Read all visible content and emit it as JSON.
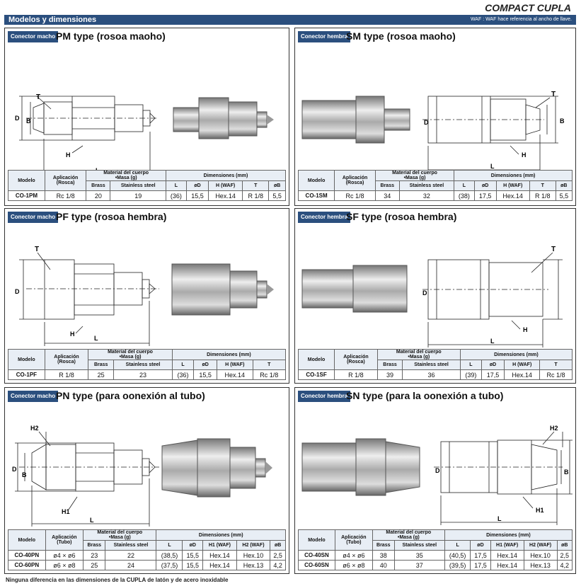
{
  "page": {
    "brand_title": "COMPACT CUPLA",
    "section_title": "Modelos y dimensiones",
    "waf_note": "WAF : WAF hace referencia al ancho de llave.",
    "footnote": "Ninguna diferencia en las dimensiones de la CUPLA de latón y de acero inoxidable"
  },
  "labels": {
    "male": "Conector macho",
    "female": "Conector hembra",
    "modelo": "Modelo",
    "aplicacion": "Aplicación",
    "rosca": "(Rosca)",
    "tubo": "(Tubo)",
    "material_1": "Material del cuerpo",
    "material_2": "•Masa (g)",
    "brass": "Brass",
    "stainless": "Stainless steel",
    "dimensiones": "Dimensiones (mm)",
    "waf": "(WAF)"
  },
  "dims": {
    "T": "T",
    "D": "D",
    "B": "B",
    "H": "H",
    "L": "L",
    "H1": "H1",
    "H2": "H2"
  },
  "pm": {
    "title": "PM type (rosoa maoho)",
    "cols": [
      "L",
      "øD",
      "H",
      "T",
      "øB"
    ],
    "rows": [
      {
        "model": "CO-1PM",
        "app": "Rc 1/8",
        "brass": "20",
        "ss": "19",
        "L": "(36)",
        "D": "15,5",
        "H": "Hex.14",
        "T": "R 1/8",
        "B": "5,5"
      }
    ]
  },
  "sm": {
    "title": "SM type (rosoa maoho)",
    "cols": [
      "L",
      "øD",
      "H",
      "T",
      "øB"
    ],
    "rows": [
      {
        "model": "CO-1SM",
        "app": "Rc 1/8",
        "brass": "34",
        "ss": "32",
        "L": "(38)",
        "D": "17,5",
        "H": "Hex.14",
        "T": "R 1/8",
        "B": "5,5"
      }
    ]
  },
  "pf": {
    "title": "PF type (rosoa hembra)",
    "cols": [
      "L",
      "øD",
      "H",
      "T"
    ],
    "rows": [
      {
        "model": "CO-1PF",
        "app": "R 1/8",
        "brass": "25",
        "ss": "23",
        "L": "(36)",
        "D": "15,5",
        "H": "Hex.14",
        "T": "Rc 1/8"
      }
    ]
  },
  "sf": {
    "title": "SF type (rosoa hembra)",
    "cols": [
      "L",
      "øD",
      "H",
      "T"
    ],
    "rows": [
      {
        "model": "CO-1SF",
        "app": "R 1/8",
        "brass": "39",
        "ss": "36",
        "L": "(39)",
        "D": "17,5",
        "H": "Hex.14",
        "T": "Rc 1/8"
      }
    ]
  },
  "pn": {
    "title": "PN type (para oonexión al tubo)",
    "cols": [
      "L",
      "øD",
      "H1",
      "H2",
      "øB"
    ],
    "rows": [
      {
        "model": "CO-40PN",
        "app": "ø4 × ø6",
        "brass": "23",
        "ss": "22",
        "L": "(38,5)",
        "D": "15,5",
        "H1": "Hex.14",
        "H2": "Hex.10",
        "B": "2,5"
      },
      {
        "model": "CO-60PN",
        "app": "ø6 × ø8",
        "brass": "25",
        "ss": "24",
        "L": "(37,5)",
        "D": "15,5",
        "H1": "Hex.14",
        "H2": "Hex.13",
        "B": "4,2"
      }
    ]
  },
  "sn": {
    "title": "SN type (para la oonexión a tubo)",
    "cols": [
      "L",
      "øD",
      "H1",
      "H2",
      "øB"
    ],
    "rows": [
      {
        "model": "CO-40SN",
        "app": "ø4 × ø6",
        "brass": "38",
        "ss": "35",
        "L": "(40,5)",
        "D": "17,5",
        "H1": "Hex.14",
        "H2": "Hex.10",
        "B": "2,5"
      },
      {
        "model": "CO-60SN",
        "app": "ø6 × ø8",
        "brass": "40",
        "ss": "37",
        "L": "(39,5)",
        "D": "17,5",
        "H1": "Hex.14",
        "H2": "Hex.13",
        "B": "4,2"
      }
    ]
  }
}
